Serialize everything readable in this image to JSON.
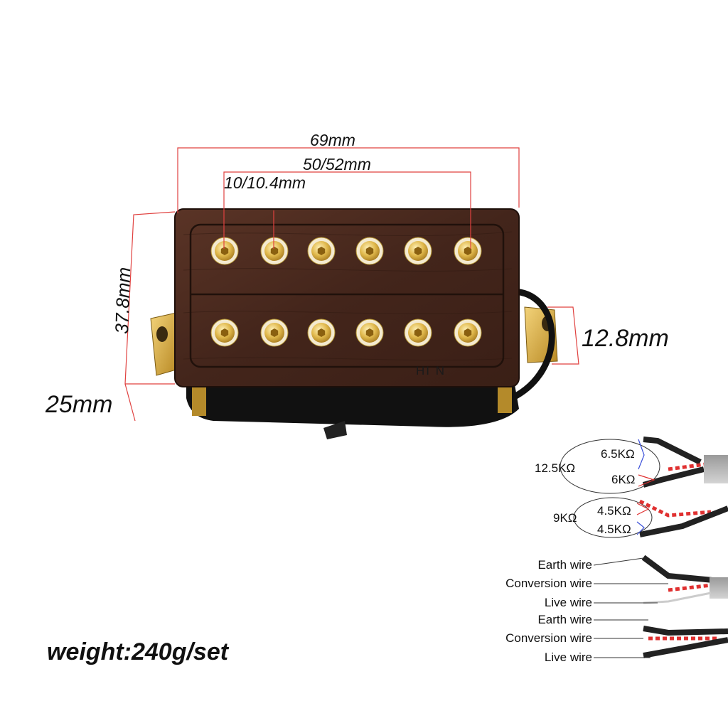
{
  "dimensions": {
    "length": "69mm",
    "pole_span": "50/52mm",
    "pole_pitch": "10/10.4mm",
    "width": "37.8mm",
    "height": "25mm",
    "mount_height": "12.8mm"
  },
  "cover_marking": "HI N",
  "weight": "weight:240g/set",
  "resistance": {
    "neck": {
      "total": "12.5KΩ",
      "coil_a": "6.5KΩ",
      "coil_b": "6KΩ"
    },
    "bridge": {
      "total": "9KΩ",
      "coil_a": "4.5KΩ",
      "coil_b": "4.5KΩ"
    }
  },
  "wiring": [
    "Earth wire",
    "Conversion wire",
    "Live wire",
    "Earth wire",
    "Conversion wire",
    "Live wire"
  ],
  "colors": {
    "dimension_line": "#e0413f",
    "wood": "#4a2a1f",
    "pole_gold": "#d8b24a",
    "wire_blue": "#3a4fd8",
    "wire_red": "#e03030"
  },
  "icons": [
    "humbucker-pickup-icon",
    "pole-screw-icon",
    "mounting-ear-icon",
    "lead-wire-icon"
  ]
}
